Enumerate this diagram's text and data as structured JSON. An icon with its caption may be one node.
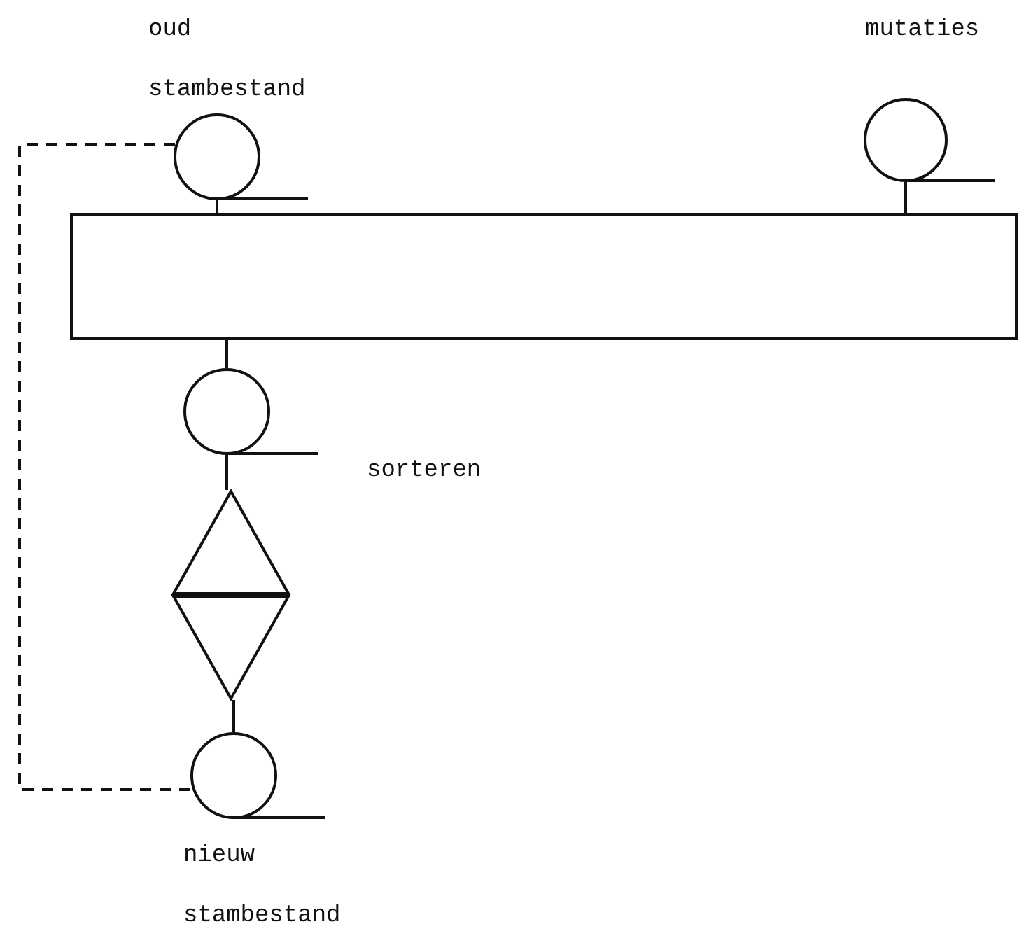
{
  "diagram": {
    "nodes": [
      {
        "text": [
          "oud stambestand"
        ]
      },
      {
        "text": [
          "mutaties"
        ]
      },
      {
        "text": [],
        "shape": "box"
      },
      {
        "text": [],
        "shape": "circle"
      },
      {
        "text": [],
        "shape": "diamond",
        "beside": [
          "sorteren"
        ]
      },
      {
        "text": [
          "nieuw stambestand"
        ]
      }
    ],
    "edges": [
      {
        "from": 0,
        "to": 2,
        "arrow": "none"
      },
      {
        "from": 1,
        "to": 2,
        "arrow": "none"
      },
      {
        "from": 2,
        "to": 3,
        "arrow": "none"
      },
      {
        "from": 3,
        "to": 4,
        "arrow": "none"
      },
      {
        "from": 4,
        "to": 5,
        "arrow": "none"
      },
      {
        "from": 5,
        "to": 0,
        "arrow": "none",
        "style": "dashed"
      }
    ]
  }
}
